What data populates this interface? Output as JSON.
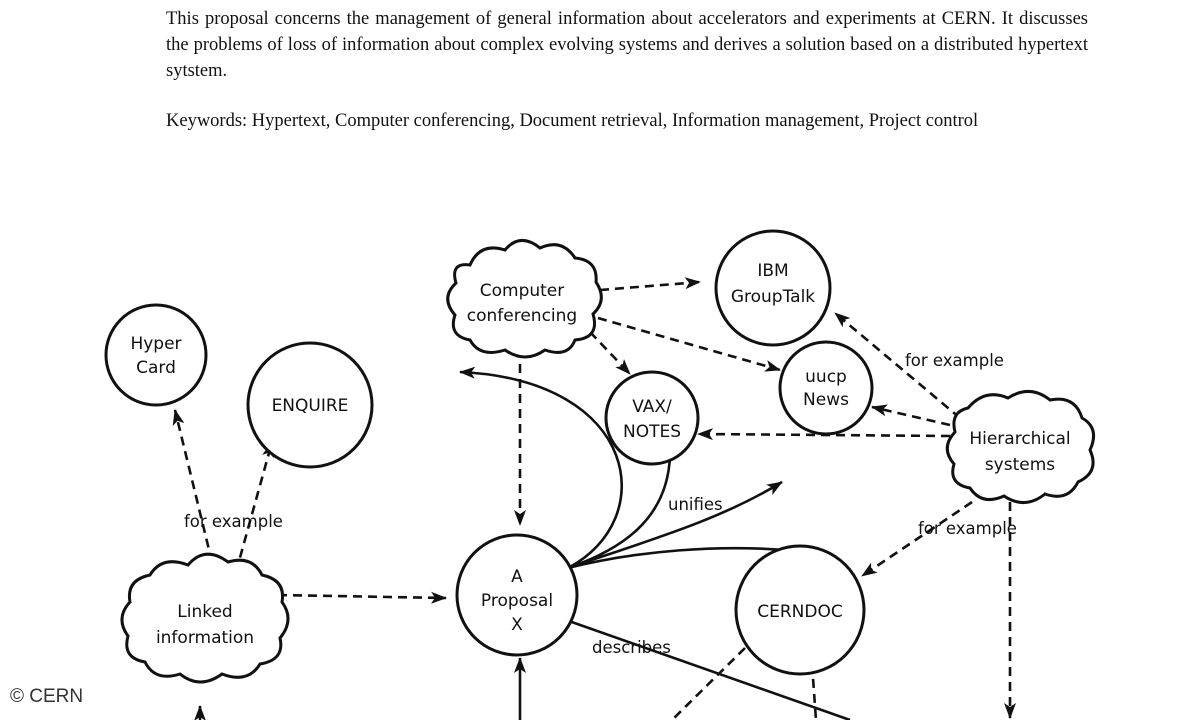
{
  "document": {
    "abstract": "This proposal concerns the management of general information about accelerators and experiments at CERN. It discusses the problems of loss of information about complex evolving systems and derives a solution based on a distributed hypertext sytstem.",
    "keywords": "Keywords: Hypertext, Computer conferencing, Document retrieval, Information management, Project control"
  },
  "diagram": {
    "nodes": {
      "hypercard": [
        "Hyper",
        "Card"
      ],
      "enquire": [
        "ENQUIRE"
      ],
      "computer_conferencing": [
        "Computer",
        "conferencing"
      ],
      "ibm_grouptalk": [
        "IBM",
        "GroupTalk"
      ],
      "uucp_news": [
        "uucp",
        "News"
      ],
      "vax_notes": [
        "VAX/",
        "NOTES"
      ],
      "hierarchical_systems": [
        "Hierarchical",
        "systems"
      ],
      "linked_information": [
        "Linked",
        "information"
      ],
      "proposal": [
        "A",
        "Proposal",
        "X"
      ],
      "cerndoc": [
        "CERNDOC"
      ]
    },
    "edge_labels": {
      "for_example_hierarchical_ibm": "for example",
      "for_example_linked": "for example",
      "for_example_hierarchical_cerndoc": "for example",
      "unifies": "unifies",
      "describes": "describes"
    }
  },
  "footer": {
    "copyright": "© CERN"
  }
}
